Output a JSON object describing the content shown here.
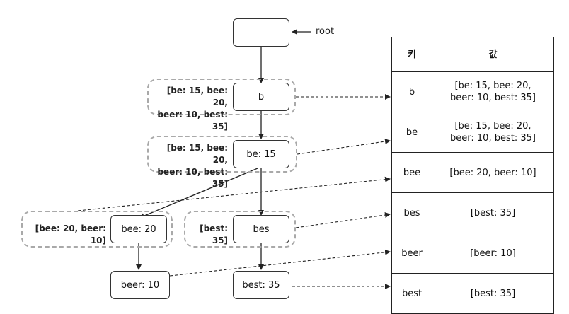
{
  "root_label": "root",
  "nodes": {
    "root": "",
    "b": "b",
    "be": "be: 15",
    "bee": "bee: 20",
    "bes": "bes",
    "beer": "beer: 10",
    "best": "best: 35"
  },
  "caches": {
    "b": "[be: 15, bee: 20,\nbeer: 10, best: 35]",
    "be": "[be: 15, bee: 20,\nbeer: 10, best: 35]",
    "bee": "[bee: 20, beer: 10]",
    "bes": "[best: 35]"
  },
  "table": {
    "headers": {
      "key": "키",
      "value": "값"
    },
    "rows": [
      {
        "key": "b",
        "value": "[be: 15, bee: 20,\nbeer: 10, best: 35]"
      },
      {
        "key": "be",
        "value": "[be: 15, bee: 20,\nbeer: 10, best: 35]"
      },
      {
        "key": "bee",
        "value": "[bee: 20, beer: 10]"
      },
      {
        "key": "bes",
        "value": "[best: 35]"
      },
      {
        "key": "beer",
        "value": "[beer: 10]"
      },
      {
        "key": "best",
        "value": "[best: 35]"
      }
    ]
  }
}
